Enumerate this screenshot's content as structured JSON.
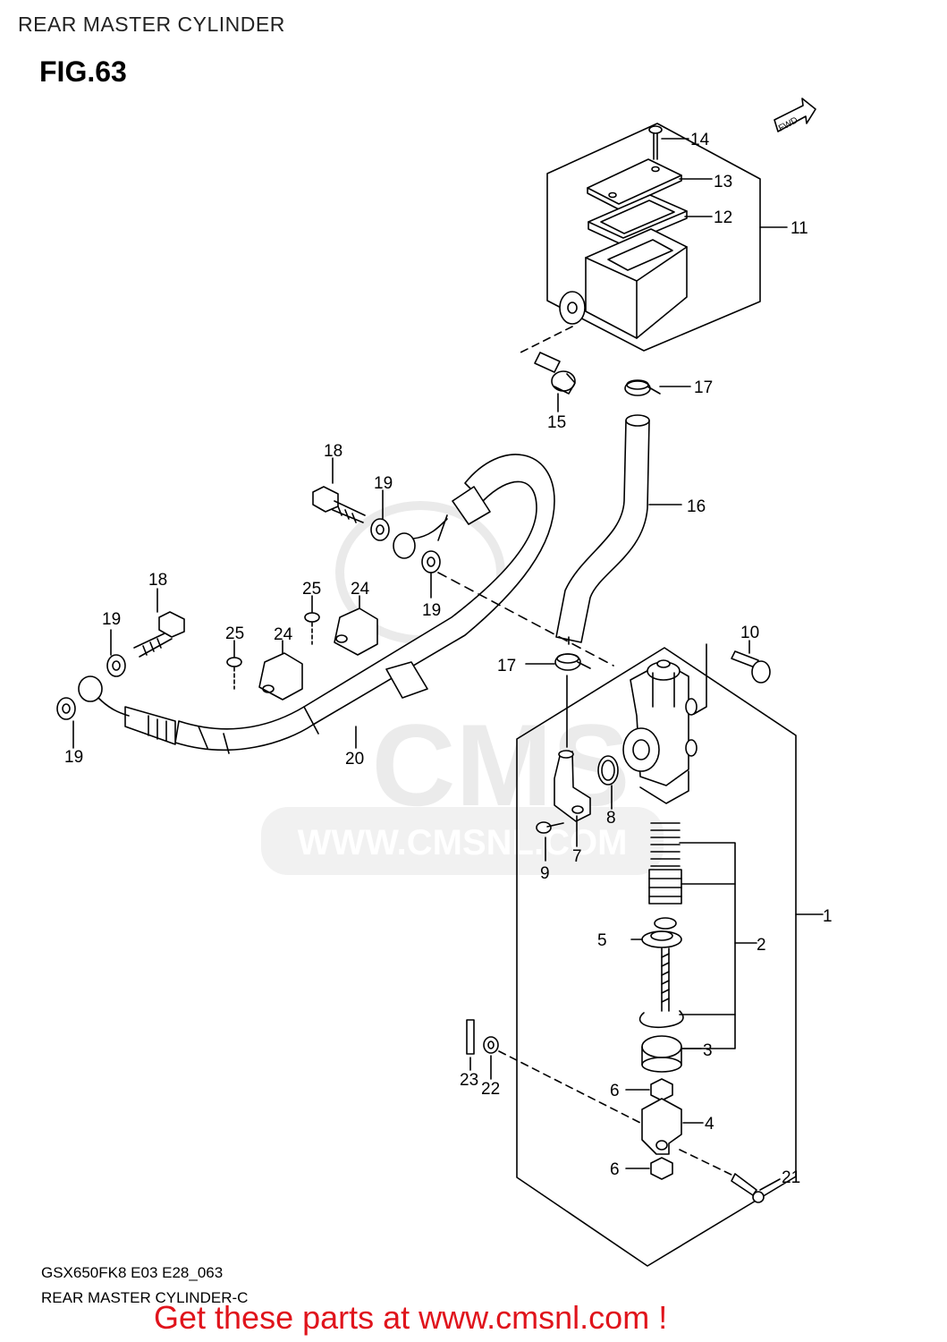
{
  "header": {
    "title": "REAR MASTER CYLINDER"
  },
  "figure": {
    "label": "FIG.63"
  },
  "fwd_label": "FWD",
  "watermark": {
    "brand": "CMS",
    "url": "WWW.CMSNL.COM"
  },
  "callouts": [
    "1",
    "2",
    "3",
    "4",
    "5",
    "6",
    "6",
    "7",
    "8",
    "9",
    "10",
    "11",
    "12",
    "13",
    "14",
    "15",
    "16",
    "17",
    "17",
    "18",
    "18",
    "19",
    "19",
    "19",
    "19",
    "20",
    "21",
    "22",
    "23",
    "24",
    "24",
    "25",
    "25"
  ],
  "footer": {
    "code": "GSX650FK8 E03 E28_063",
    "title": "REAR MASTER CYLINDER-C",
    "cta": "Get these parts at www.cmsnl.com !"
  },
  "colors": {
    "cta": "#e0141c",
    "line": "#000000",
    "watermark": "#d9d9d9"
  }
}
